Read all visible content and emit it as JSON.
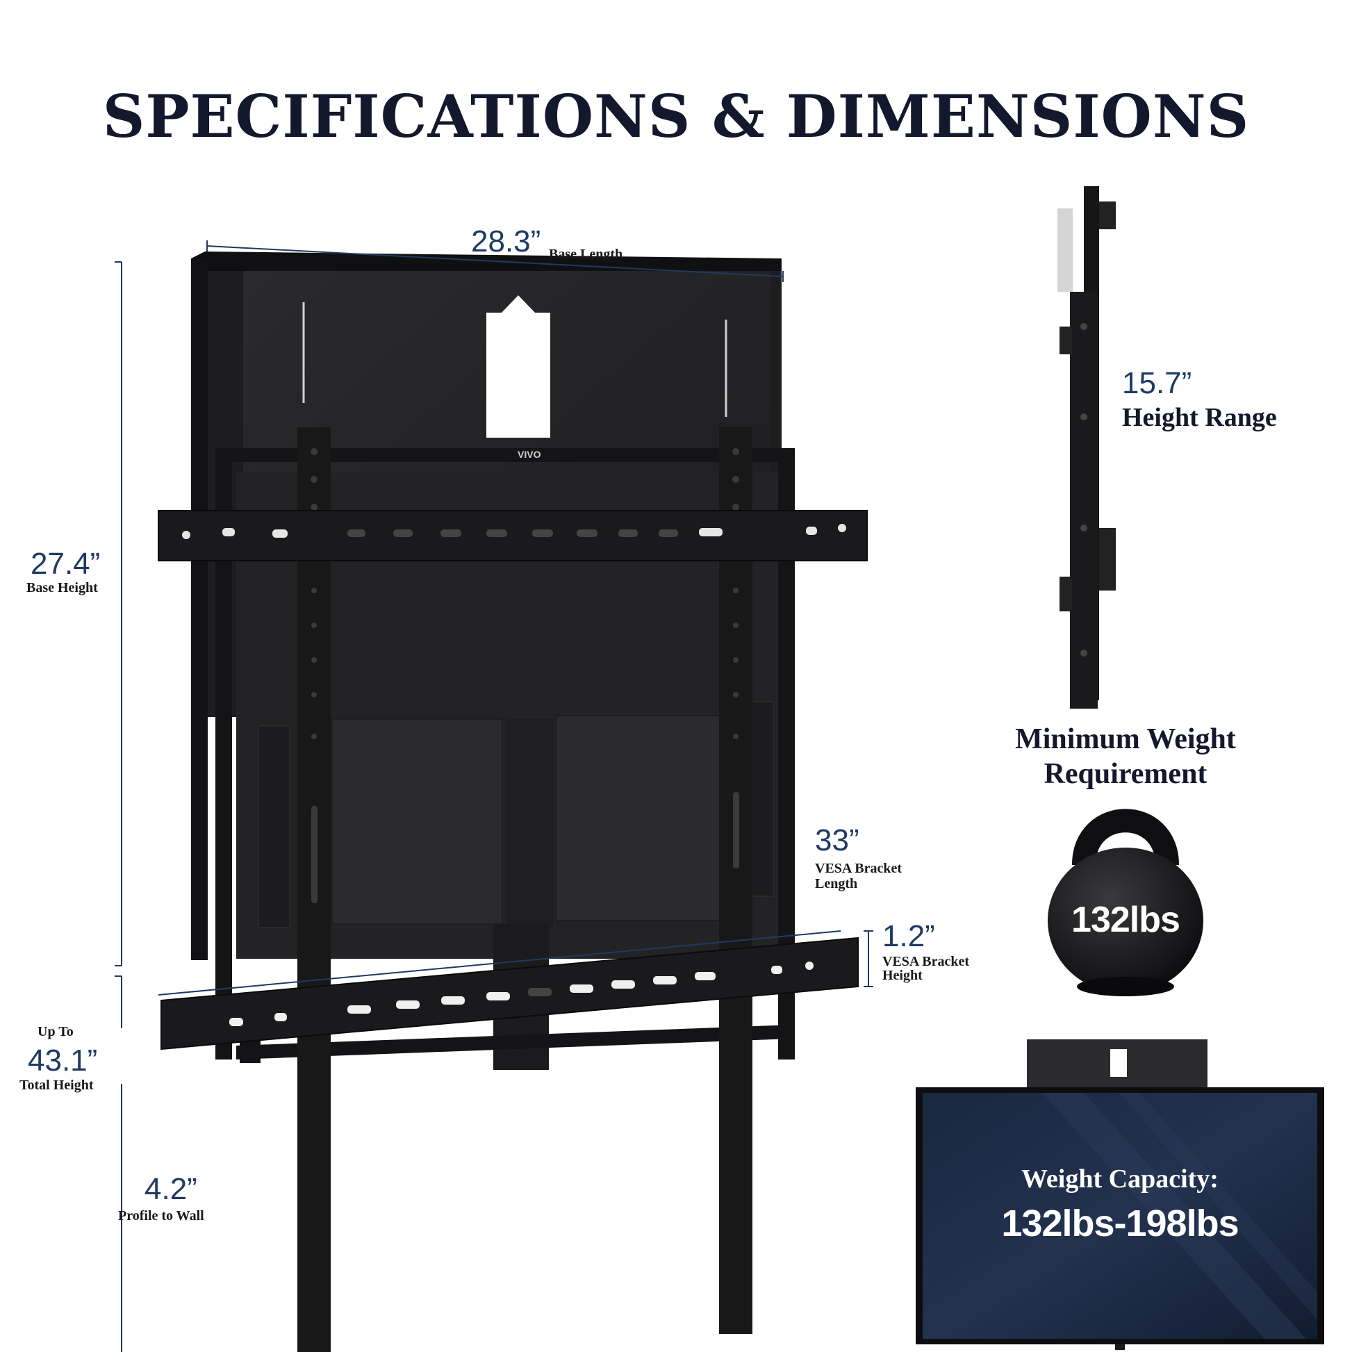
{
  "title": "SPECIFICATIONS & DIMENSIONS",
  "brand_logo": "VIVO",
  "dimensions": {
    "base_length": {
      "value": "28.3”",
      "label": "Base Length"
    },
    "base_height": {
      "value": "27.4”",
      "label": "Base Height"
    },
    "total_height": {
      "prefix": "Up To",
      "value": "43.1”",
      "label": "Total Height"
    },
    "profile": {
      "value": "4.2”",
      "label": "Profile to Wall"
    },
    "vesa_length": {
      "value": "33”",
      "label_line1": "VESA Bracket",
      "label_line2": "Length"
    },
    "vesa_height": {
      "value": "1.2”",
      "label_line1": "VESA Bracket",
      "label_line2": "Height"
    },
    "height_range": {
      "value": "15.7”",
      "label": "Height Range"
    }
  },
  "minimum_weight": {
    "heading_line1": "Minimum Weight",
    "heading_line2": "Requirement",
    "kettlebell_label": "132lbs"
  },
  "capacity": {
    "label": "Weight Capacity:",
    "value": "132lbs-198lbs"
  },
  "colors": {
    "accent": "#1f3a63",
    "title": "#14182c",
    "metal": "#1b1b1d"
  }
}
